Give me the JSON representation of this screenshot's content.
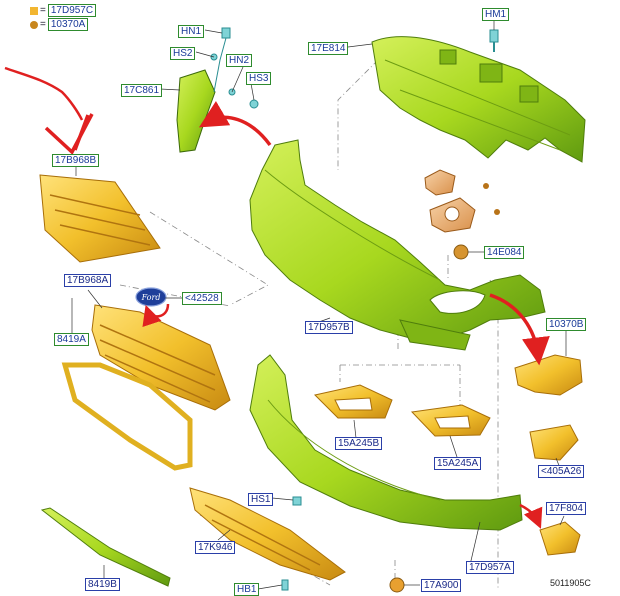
{
  "legend": [
    {
      "symbol": "square",
      "text": "17D957C",
      "color": "#f2b631"
    },
    {
      "symbol": "circle",
      "text": "10370A",
      "color": "#c8861c"
    }
  ],
  "labels": {
    "hn1": "HN1",
    "hs2": "HS2",
    "hn2": "HN2",
    "hs3": "HS3",
    "c17c861": "17C861",
    "hm1": "HM1",
    "e814": "17E814",
    "b968b": "17B968B",
    "b968a": "17B968A",
    "a8419": "8419A",
    "emblem_ref": "<42528",
    "e084": "14E084",
    "d957b": "17D957B",
    "b10370": "10370B",
    "a245b": "15A245B",
    "a245a": "15A245A",
    "a405": "<405A26",
    "hs1": "HS1",
    "k946": "17K946",
    "f804": "17F804",
    "b8419": "8419B",
    "hb1": "HB1",
    "a900": "17A900",
    "d957a": "17D957A"
  },
  "footer_ref": "5011905C",
  "colors": {
    "green_part": "#a8d81f",
    "yellow_part": "#f2c02c",
    "orange_part": "#e8a85a",
    "annotation_arrow": "#e02020",
    "label_green": "#2e8b2e",
    "label_blue": "#2a3fa8"
  }
}
